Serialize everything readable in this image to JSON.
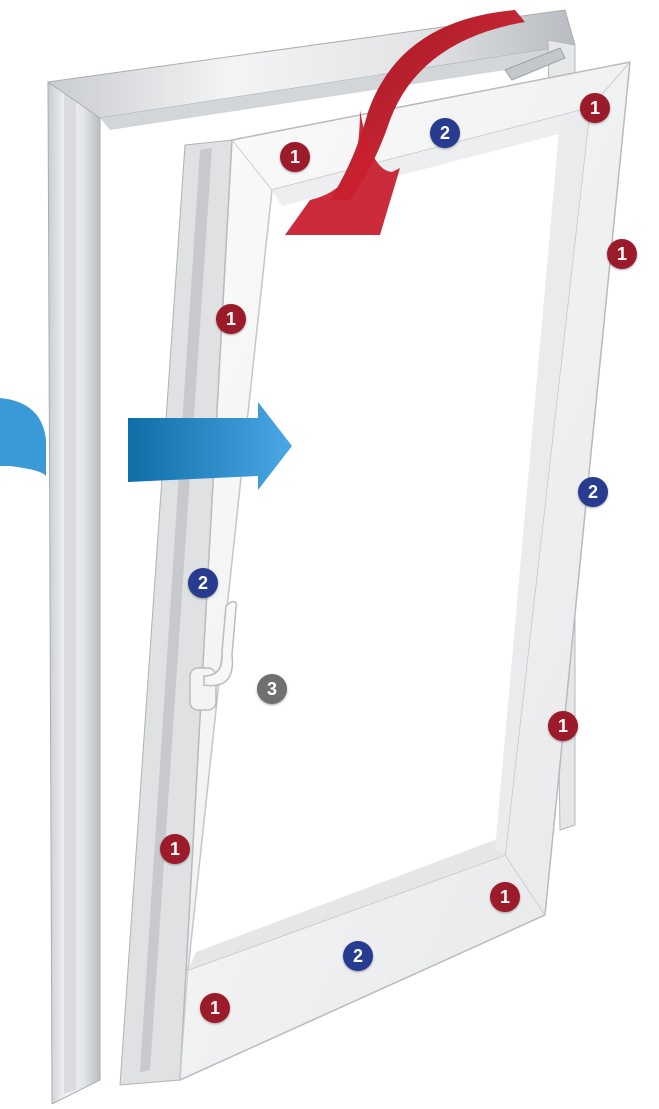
{
  "colors": {
    "badge_1": "#9b1b2b",
    "badge_2": "#273b8f",
    "badge_3": "#6f6f6f",
    "arrow_tilt": "#c0202f",
    "arrow_air": "#2a8fd4"
  },
  "icons": {
    "tilt_arrow": "curved-arrow-icon",
    "airflow_arrow": "airflow-arrow-icon",
    "handle": "window-handle-icon"
  },
  "badges": {
    "b1_a": "1",
    "b1_b": "1",
    "b1_c": "1",
    "b1_d": "1",
    "b1_e": "1",
    "b1_f": "1",
    "b1_g": "1",
    "b1_h": "1",
    "b2_a": "2",
    "b2_b": "2",
    "b2_c": "2",
    "b2_d": "2",
    "b3_a": "3"
  }
}
